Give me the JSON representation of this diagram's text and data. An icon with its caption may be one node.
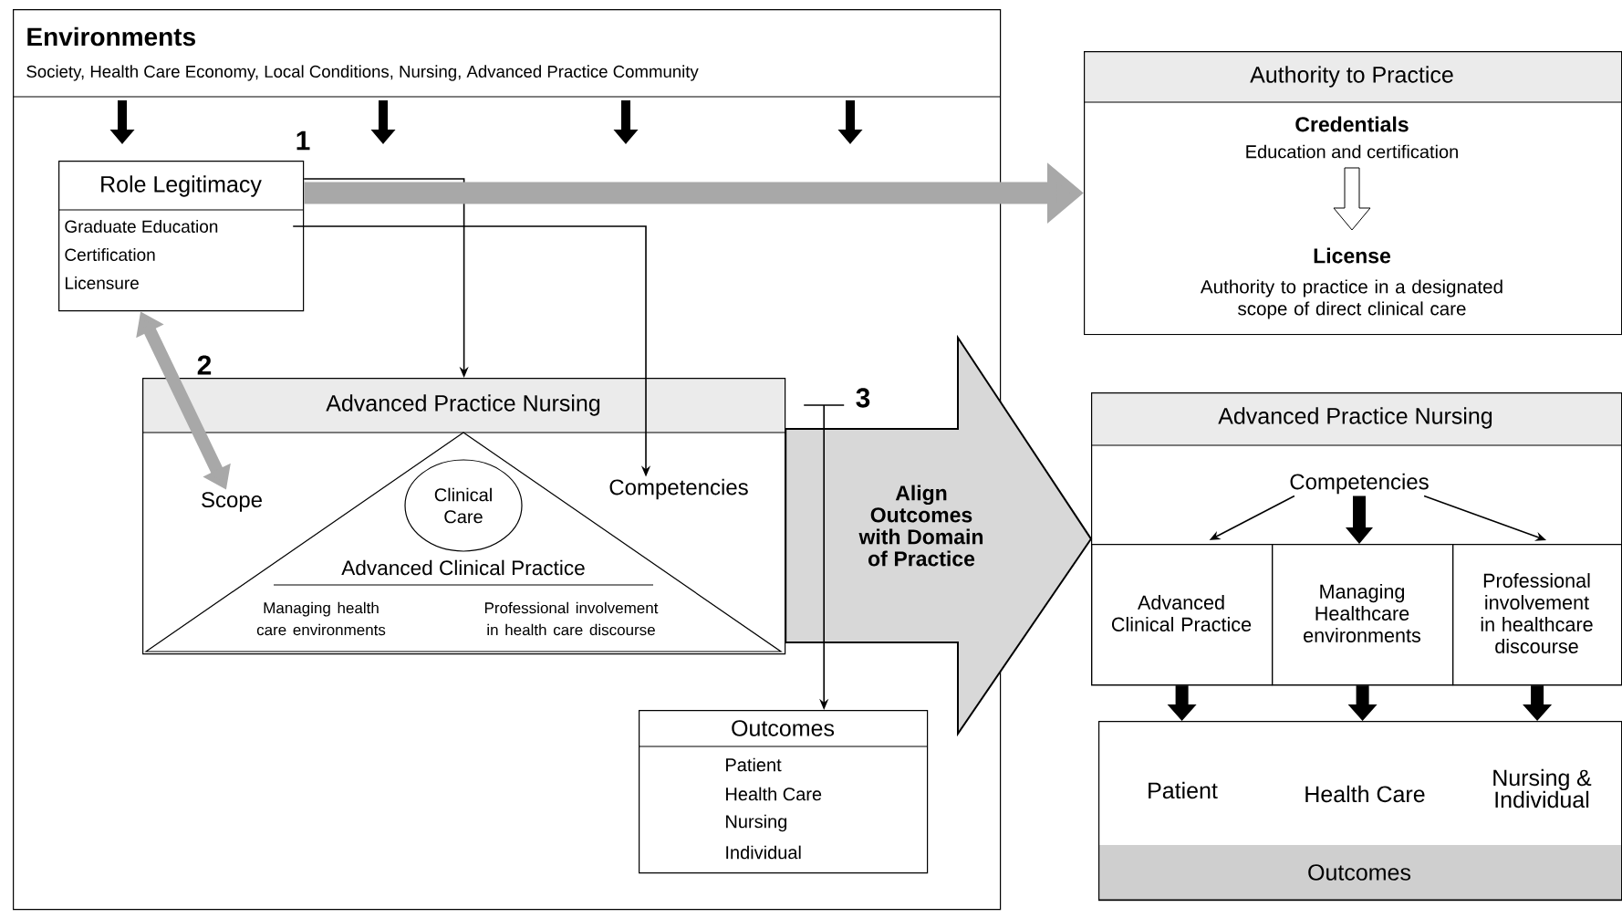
{
  "diagram": {
    "nodes": [
      {
        "text": [
          "Environments",
          "Society, Health Care Economy, Local Conditions, Nursing, Advanced Practice Community"
        ]
      },
      {
        "text": [
          "Role Legitimacy",
          "Graduate Education",
          "Certification",
          "Licensure"
        ],
        "in": 0
      },
      {
        "text": [
          "Advanced Practice Nursing"
        ],
        "in": 0
      },
      {
        "text": [
          "Scope"
        ],
        "in": 2
      },
      {
        "text": [
          "Competencies"
        ],
        "in": 2
      },
      {
        "text": [
          "Advanced Clinical Practice",
          "Managing health care environments",
          "Professional involvement in health care discourse"
        ],
        "in": 2
      },
      {
        "text": [
          "Clinical Care"
        ],
        "in": 5
      },
      {
        "text": [
          "Outcomes",
          "Patient",
          "Health Care",
          "Nursing",
          "Individual"
        ],
        "in": 0
      },
      {
        "text": [
          "Authority to Practice",
          "Credentials",
          "Education and certification",
          "License",
          "Authority to practice in a designated scope of direct clinical care"
        ]
      },
      {
        "text": [
          "Advanced Practice Nursing"
        ]
      },
      {
        "text": [
          "Competencies"
        ],
        "in": 9
      },
      {
        "text": [
          "Advanced Clinical Practice"
        ],
        "in": 9
      },
      {
        "text": [
          "Managing Healthcare environments"
        ],
        "in": 9
      },
      {
        "text": [
          "Professional involvement in healthcare discourse"
        ],
        "in": 9
      },
      {
        "text": [
          "Patient",
          "Health Care",
          "Nursing & Individual",
          "Outcomes"
        ]
      }
    ],
    "edges": [
      {
        "from": 1,
        "to": 2,
        "arrow": "to"
      },
      {
        "from": 1,
        "to": 4,
        "arrow": "to"
      },
      {
        "from": 1,
        "to": 8,
        "arrow": "to",
        "style": "thick",
        "color": "#a8a8a8"
      },
      {
        "from": 1,
        "to": 3,
        "arrow": "both",
        "style": "thick",
        "color": "#a8a8a8"
      },
      {
        "from": 2,
        "to": 7,
        "arrow": "to"
      },
      {
        "from": 2,
        "to": 9,
        "arrow": "to",
        "label": "Align Outcomes with Domain of Practice",
        "style": "thick",
        "color": "#d8d8d8"
      },
      {
        "from": 10,
        "to": 11,
        "arrow": "to"
      },
      {
        "from": 10,
        "to": 12,
        "arrow": "to",
        "style": "thick"
      },
      {
        "from": 10,
        "to": 13,
        "arrow": "to"
      },
      {
        "from": 11,
        "to": 14,
        "arrow": "to",
        "style": "thick"
      },
      {
        "from": 12,
        "to": 14,
        "arrow": "to",
        "style": "thick"
      },
      {
        "from": 13,
        "to": 14,
        "arrow": "to",
        "style": "thick"
      }
    ],
    "labels": [
      "1",
      "2",
      "3"
    ]
  }
}
